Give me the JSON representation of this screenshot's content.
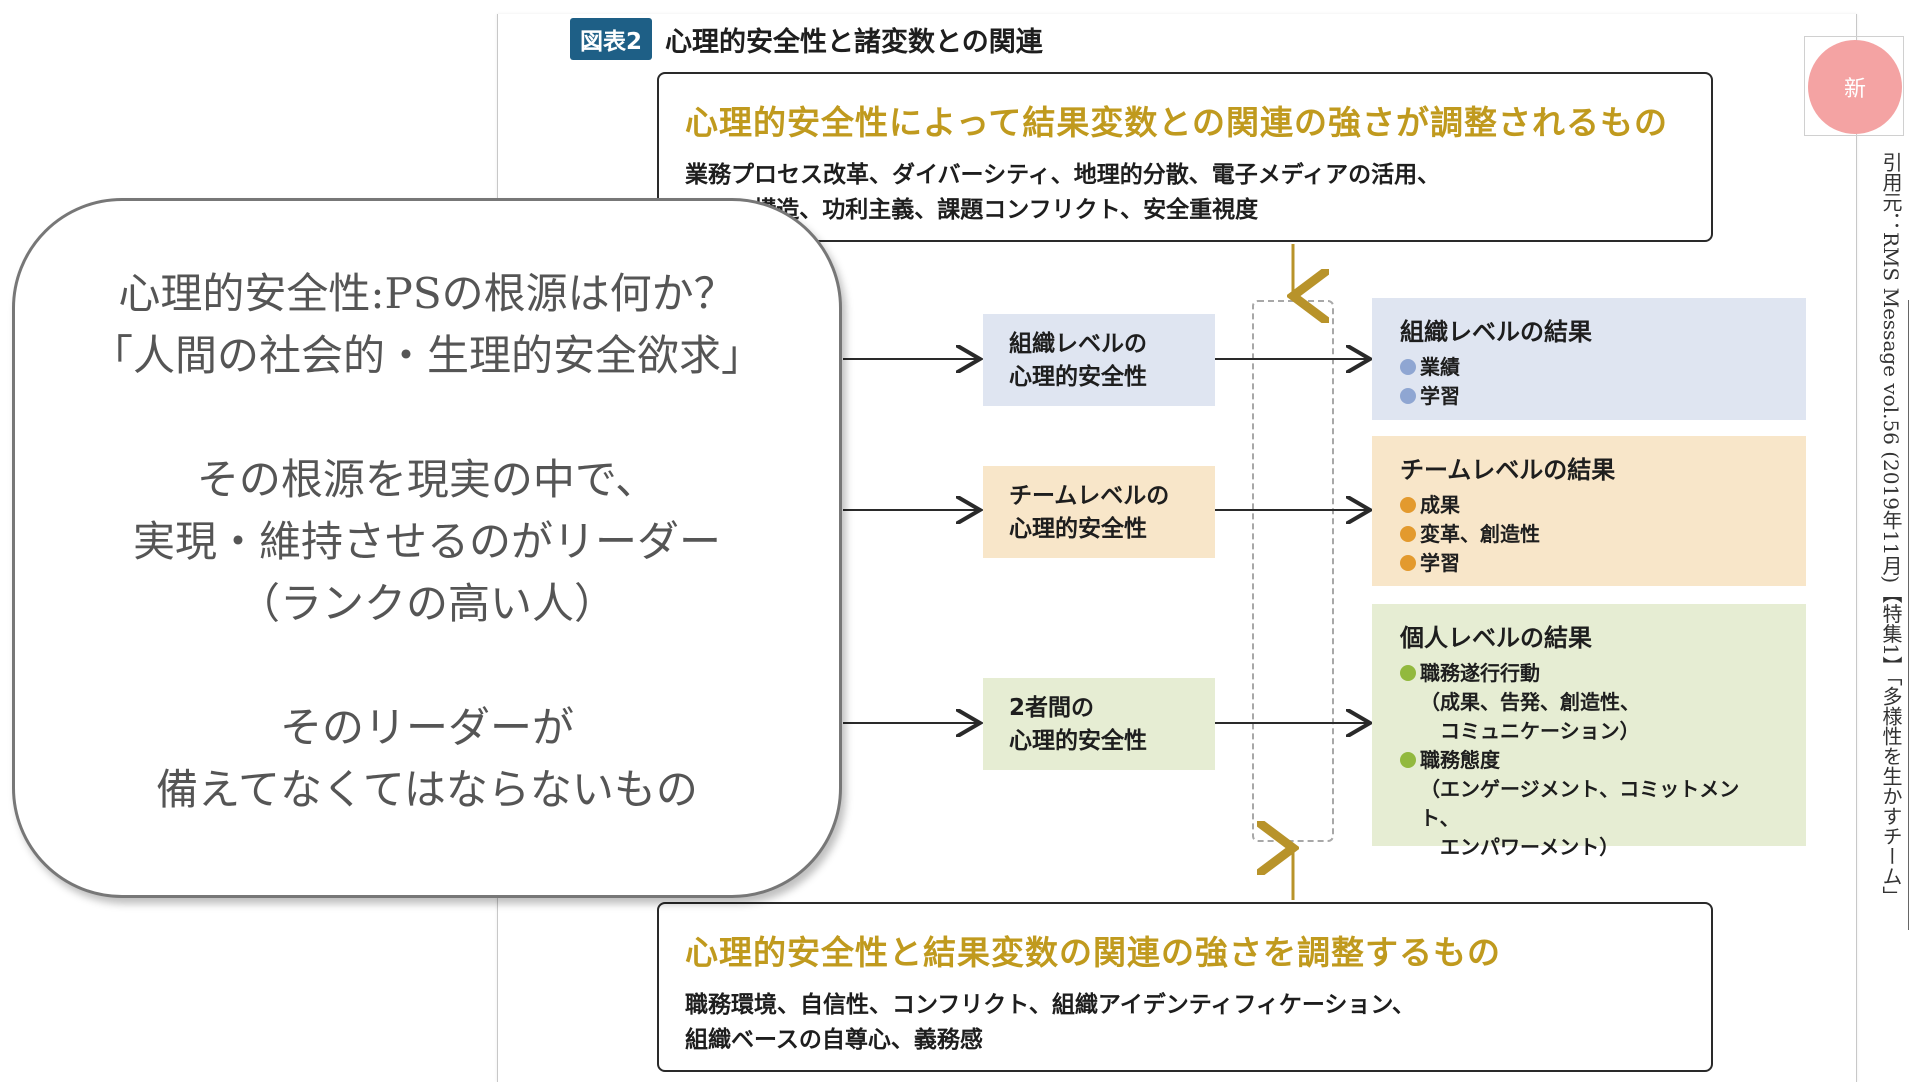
{
  "figure": {
    "badge": "図表2",
    "title": "心理的安全性と諸変数との関連"
  },
  "top_box": {
    "heading": "心理的安全性によって結果変数との関連の強さが調整されるもの",
    "body": "業務プロセス改革、ダイバーシティ、地理的分散、電子メディアの活用、\nチーム構造、功利主義、課題コンフリクト、安全重視度"
  },
  "bottom_box": {
    "heading": "心理的安全性と結果変数の関連の強さを調整するもの",
    "body": "職務環境、自信性、コンフリクト、組織アイデンティフィケーション、\n組織ベースの自尊心、義務感"
  },
  "ps_levels": {
    "org": "組織レベルの\n心理的安全性",
    "team": "チームレベルの\n心理的安全性",
    "pair": "2者間の\n心理的安全性"
  },
  "results": {
    "org": {
      "title": "組織レベルの結果",
      "items": [
        "業績",
        "学習"
      ],
      "color": "#8fa6d2"
    },
    "team": {
      "title": "チームレベルの結果",
      "items": [
        "成果",
        "変革、創造性",
        "学習"
      ],
      "color": "#e39a2e"
    },
    "individual": {
      "title": "個人レベルの結果",
      "item1": "職務遂行行動",
      "item1_sub": "（成果、告発、創造性、\n　コミュニケーション）",
      "item2": "職務態度",
      "item2_sub": "（エンゲージメント、コミットメント、\n　エンパワーメント）",
      "color": "#92b93e"
    }
  },
  "callout": {
    "line1": "心理的安全性:PSの根源は何か？",
    "line2": "「人間の社会的・生理的安全欲求」",
    "line3": "",
    "line4": "その根源を現実の中で、",
    "line5": "実現・維持させるのがリーダー",
    "line6": "（ランクの高い人）",
    "line7": "",
    "line8": "そのリーダーが",
    "line9": "備えてなくてはならないもの"
  },
  "new_badge": "新",
  "citation": "引用元：RMS Message vol.56 (2019年11月)【特集1】「多様性を生かすチーム」",
  "colors": {
    "accent_gold": "#c09a1e",
    "badge_blue": "#1e5f86",
    "org_bg": "#dfe5f1",
    "team_bg": "#f8e6c9",
    "pair_bg": "#e6edd3",
    "new_badge": "#f4a3a3"
  }
}
